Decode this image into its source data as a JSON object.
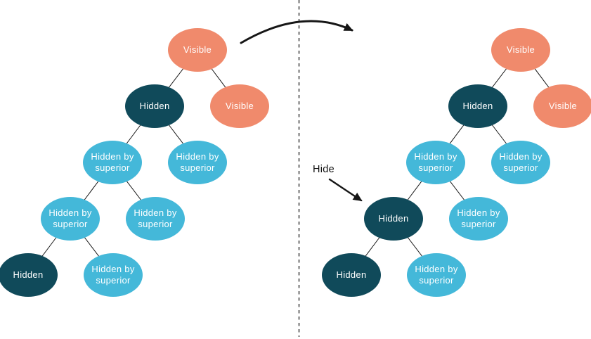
{
  "palette": {
    "visible_node": "#F08A6C",
    "hidden_node": "#104A5A",
    "hidden_by_superior_node": "#44B8D9",
    "edge_line": "#161616",
    "node_text": "#FFFFFF",
    "annotation_text": "#111111"
  },
  "annotations": {
    "hide_label": "Hide"
  },
  "left_tree": {
    "nodes": [
      {
        "label": "Visible",
        "state": "visible"
      },
      {
        "label": "Hidden",
        "state": "hidden"
      },
      {
        "label": "Visible",
        "state": "visible"
      },
      {
        "label": "Hidden by superior",
        "state": "hidden-by-superior"
      },
      {
        "label": "Hidden by superior",
        "state": "hidden-by-superior"
      },
      {
        "label": "Hidden by superior",
        "state": "hidden-by-superior"
      },
      {
        "label": "Hidden by superior",
        "state": "hidden-by-superior"
      },
      {
        "label": "Hidden",
        "state": "hidden"
      },
      {
        "label": "Hidden by superior",
        "state": "hidden-by-superior"
      }
    ]
  },
  "right_tree": {
    "nodes": [
      {
        "label": "Visible",
        "state": "visible"
      },
      {
        "label": "Hidden",
        "state": "hidden"
      },
      {
        "label": "Visible",
        "state": "visible"
      },
      {
        "label": "Hidden by superior",
        "state": "hidden-by-superior"
      },
      {
        "label": "Hidden by superior",
        "state": "hidden-by-superior"
      },
      {
        "label": "Hidden",
        "state": "hidden"
      },
      {
        "label": "Hidden by superior",
        "state": "hidden-by-superior"
      },
      {
        "label": "Hidden",
        "state": "hidden"
      },
      {
        "label": "Hidden by superior",
        "state": "hidden-by-superior"
      }
    ]
  }
}
